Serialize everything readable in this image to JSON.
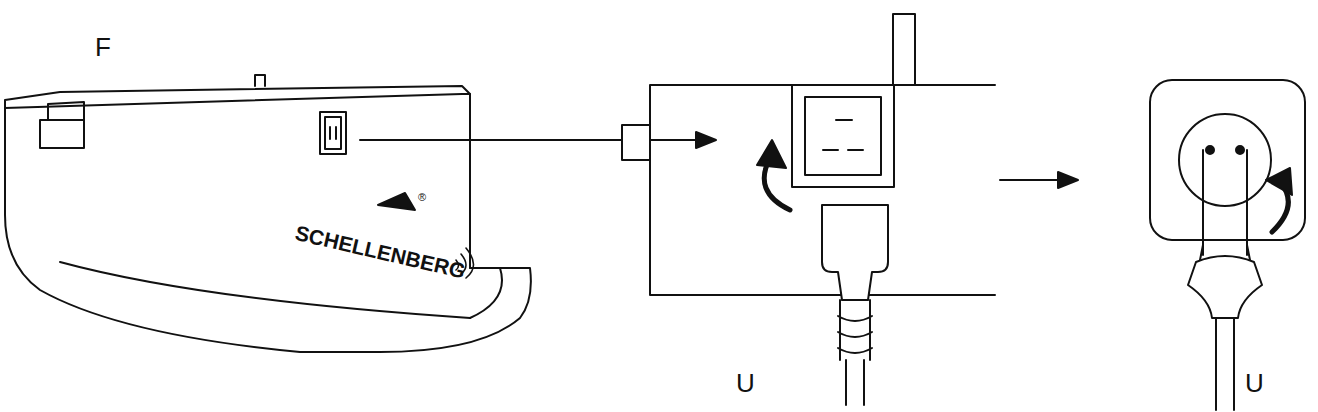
{
  "diagram": {
    "labels": [
      "F",
      "SCHELLENBERG",
      "®",
      "U",
      "U"
    ]
  }
}
